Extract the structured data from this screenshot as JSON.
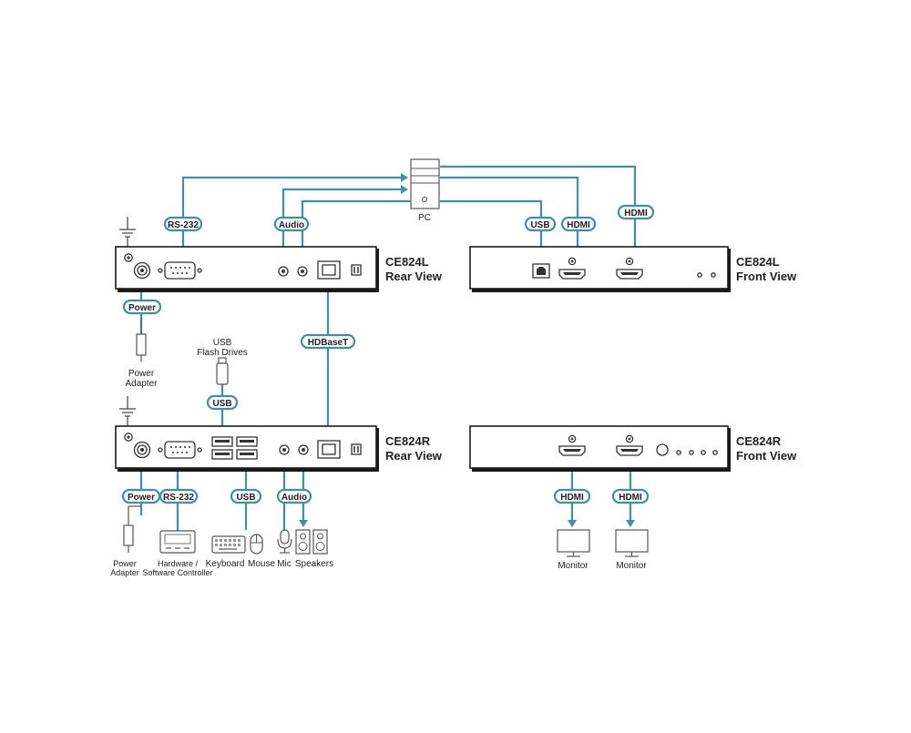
{
  "devices": {
    "local_rear": {
      "name": "CE824L",
      "view": "Rear View"
    },
    "local_front": {
      "name": "CE824L",
      "view": "Front View"
    },
    "remote_rear": {
      "name": "CE824R",
      "view": "Rear View"
    },
    "remote_front": {
      "name": "CE824R",
      "view": "Front View"
    }
  },
  "labels": {
    "rs232_top": "RS-232",
    "audio_top": "Audio",
    "usb_pc": "USB",
    "hdmi_pc_1": "HDMI",
    "hdmi_pc_2": "HDMI",
    "power_top": "Power",
    "hdbaset": "HDBaseT",
    "usb_flash": "USB",
    "power_bottom": "Power",
    "rs232_bottom": "RS-232",
    "usb_bottom": "USB",
    "audio_bottom": "Audio",
    "hdmi_mon_1": "HDMI",
    "hdmi_mon_2": "HDMI"
  },
  "captions": {
    "pc": "PC",
    "usb_flash_line1": "USB",
    "usb_flash_line2": "Flash Drives",
    "power_adapter_top_1": "Power",
    "power_adapter_top_2": "Adapter",
    "power_adapter_bottom_1": "Power",
    "power_adapter_bottom_2": "Adapter",
    "controller_1": "Hardware /",
    "controller_2": "Software Controller",
    "keyboard": "Keyboard",
    "mouse": "Mouse",
    "mic": "Mic",
    "speakers": "Speakers",
    "monitor_1": "Monitor",
    "monitor_2": "Monitor"
  },
  "colors": {
    "cable": "#3d8fb0",
    "device_outline": "#1a1a1a"
  }
}
